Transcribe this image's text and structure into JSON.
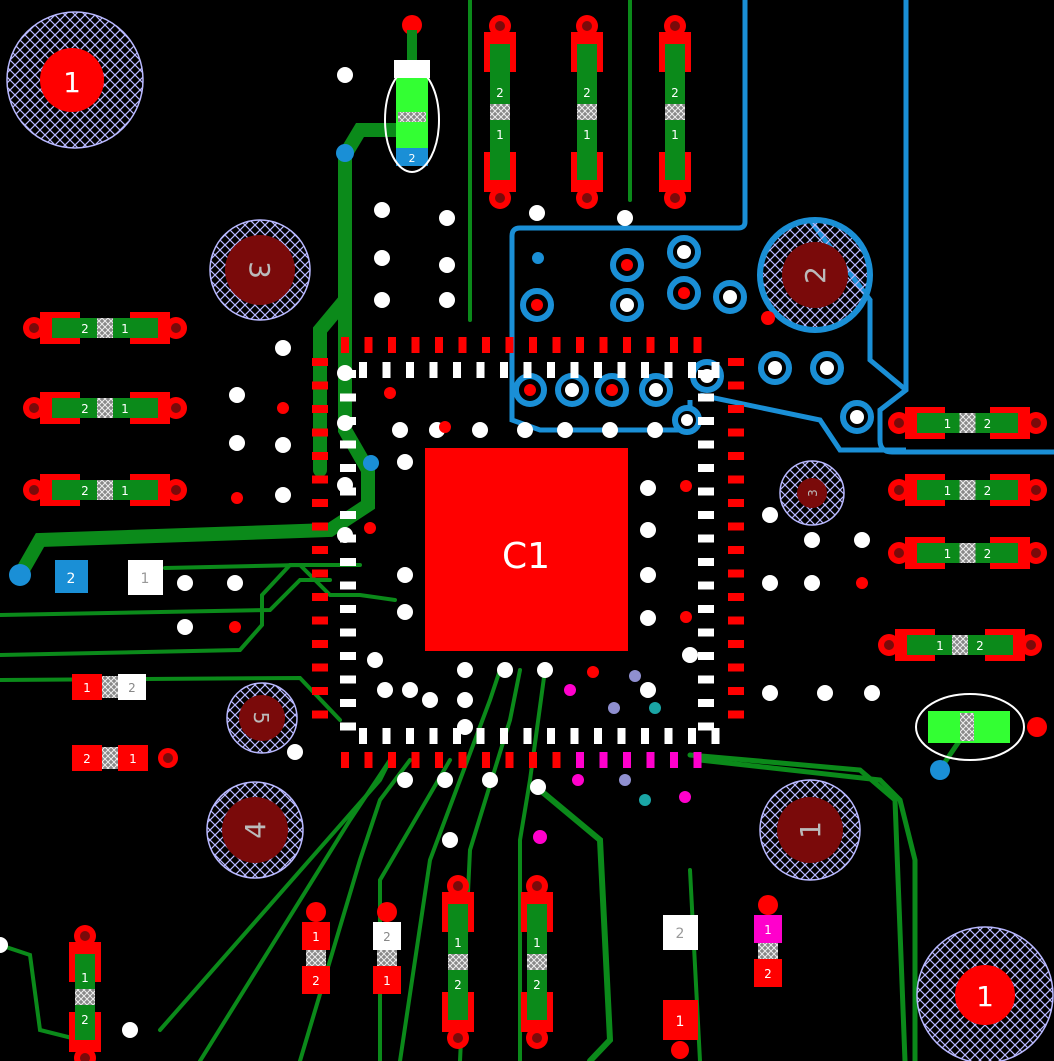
{
  "colors": {
    "background": "#000000",
    "pad_red": "#ff0000",
    "trace_green": "#0b8a1a",
    "trace_blue": "#1a8fd6",
    "highlight_green": "#33ff33",
    "mounting_hole": "#7a0a0a",
    "hatch": "#b9b9ff",
    "magenta": "#ff00cc",
    "via_white": "#ffffff",
    "highlight_ring": "#ffffff"
  },
  "chip": {
    "label": "C1"
  },
  "mounting_holes": [
    {
      "id": "mh-top-left",
      "label": "1"
    },
    {
      "id": "mh-3",
      "label": "3"
    },
    {
      "id": "mh-2",
      "label": "2"
    },
    {
      "id": "mh-5",
      "label": "5"
    },
    {
      "id": "mh-4",
      "label": "4"
    },
    {
      "id": "mh-1-right",
      "label": "1"
    },
    {
      "id": "mh-bottom-right",
      "label": "1"
    },
    {
      "id": "mh-small",
      "label": "3"
    }
  ],
  "pad_labels": {
    "one": "1",
    "two": "2"
  }
}
